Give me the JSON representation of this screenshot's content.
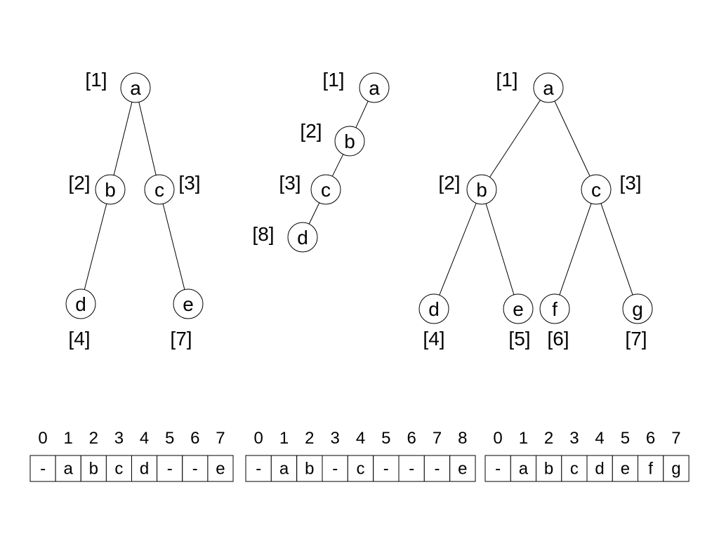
{
  "trees": [
    {
      "nodes": [
        {
          "label": "a",
          "index": "[1]"
        },
        {
          "label": "b",
          "index": "[2]"
        },
        {
          "label": "c",
          "index": "[3]"
        },
        {
          "label": "d",
          "index": "[4]"
        },
        {
          "label": "e",
          "index": "[7]"
        }
      ],
      "edges": [
        [
          0,
          1
        ],
        [
          0,
          2
        ],
        [
          1,
          3
        ],
        [
          2,
          4
        ]
      ]
    },
    {
      "nodes": [
        {
          "label": "a",
          "index": "[1]"
        },
        {
          "label": "b",
          "index": "[2]"
        },
        {
          "label": "c",
          "index": "[3]"
        },
        {
          "label": "d",
          "index": "[8]"
        }
      ],
      "edges": [
        [
          0,
          1
        ],
        [
          1,
          2
        ],
        [
          2,
          3
        ]
      ]
    },
    {
      "nodes": [
        {
          "label": "a",
          "index": "[1]"
        },
        {
          "label": "b",
          "index": "[2]"
        },
        {
          "label": "c",
          "index": "[3]"
        },
        {
          "label": "d",
          "index": "[4]"
        },
        {
          "label": "e",
          "index": "[5]"
        },
        {
          "label": "f",
          "index": "[6]"
        },
        {
          "label": "g",
          "index": "[7]"
        }
      ],
      "edges": [
        [
          0,
          1
        ],
        [
          0,
          2
        ],
        [
          1,
          3
        ],
        [
          1,
          4
        ],
        [
          2,
          5
        ],
        [
          2,
          6
        ]
      ]
    }
  ],
  "arrays": [
    {
      "headers": [
        "0",
        "1",
        "2",
        "3",
        "4",
        "5",
        "6",
        "7"
      ],
      "cells": [
        "-",
        "a",
        "b",
        "c",
        "d",
        "-",
        "-",
        "e"
      ]
    },
    {
      "headers": [
        "0",
        "1",
        "2",
        "3",
        "4",
        "5",
        "6",
        "7",
        "8"
      ],
      "cells": [
        "-",
        "a",
        "b",
        "-",
        "c",
        "-",
        "-",
        "-",
        "e"
      ]
    },
    {
      "headers": [
        "0",
        "1",
        "2",
        "3",
        "4",
        "5",
        "6",
        "7"
      ],
      "cells": [
        "-",
        "a",
        "b",
        "c",
        "d",
        "e",
        "f",
        "g"
      ]
    }
  ]
}
